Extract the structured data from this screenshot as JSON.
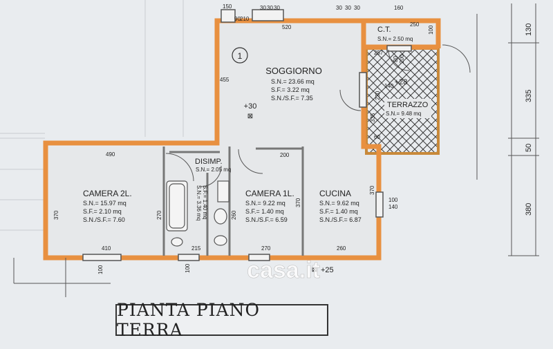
{
  "plan": {
    "title": "PIANTA PIANO TERRA",
    "watermark": "casa.it",
    "room_number": "1",
    "rooms": {
      "soggiorno": {
        "name": "SOGGIORNO",
        "sn": "S.N.= 23.66 mq",
        "sf": "S.F.= 3.22 mq",
        "ratio": "S.N./S.F.= 7.35"
      },
      "ct": {
        "name": "C.T.",
        "sn": "S.N.= 2.50 mq"
      },
      "terrazzo": {
        "name": "TERRAZZO",
        "sn": "S.N.= 9.48 mq"
      },
      "disimp": {
        "name": "DISIMP.",
        "sn": "S.N.= 2.05 mq"
      },
      "camera2": {
        "name": "CAMERA 2L.",
        "sn": "S.N.= 15.97 mq",
        "sf": "S.F.= 2.10 mq",
        "ratio": "S.N./S.F.= 7.60"
      },
      "bagno": {
        "sn": "S.N.= 3.36 mq",
        "sf": "S.F.= 1.40 mq"
      },
      "camera1": {
        "name": "CAMERA 1L.",
        "sn": "S.N.= 9.22 mq",
        "sf": "S.F.= 1.40 mq",
        "ratio": "S.N./S.F.= 6.59"
      },
      "cucina": {
        "name": "CUCINA",
        "sn": "S.N.= 9.62 mq",
        "sf": "S.F.= 1.40 mq",
        "ratio": "S.N./S.F.= 6.87"
      }
    },
    "elevations": {
      "soggiorno": "+30",
      "terrazzo": "+28",
      "outside": "+25"
    },
    "dims": {
      "d150": "150",
      "d90": "90",
      "d210": "210",
      "d30a": "30",
      "d30b": "30",
      "d30c": "30",
      "d30d": "30",
      "d30e": "30",
      "d30f": "30",
      "d160": "160",
      "d520": "520",
      "d250": "250",
      "d100a": "100",
      "d455": "455",
      "d257": "257",
      "d80": "80",
      "d200a": "200",
      "d140a": "140",
      "d230": "230",
      "d335a": "335",
      "d60": "60",
      "d490": "490",
      "d200b": "200",
      "d370a": "370",
      "d270a": "270",
      "d260a": "260",
      "d370b": "370",
      "d370c": "370",
      "d410": "410",
      "d215": "215",
      "d270b": "270",
      "d260b": "260",
      "d140b": "140",
      "d100b": "100",
      "d100c": "100",
      "d100d": "100",
      "d130": "130",
      "d335b": "335",
      "d50": "50",
      "d380": "380"
    }
  }
}
